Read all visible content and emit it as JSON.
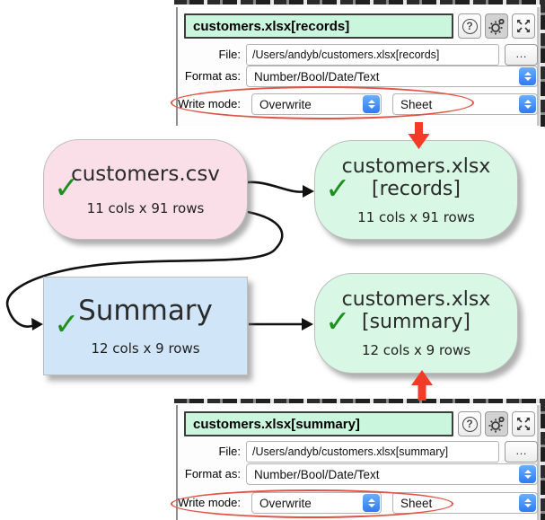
{
  "colors": {
    "title_bar_green": "#c9f6dc",
    "node_green": "#d8f8e5",
    "node_pink": "#fadfe9",
    "node_blue": "#d0e5f8",
    "check_green": "#1f8f1f",
    "stepper_blue": "#2e7af5",
    "annotation_red": "#e25245",
    "arrow_red": "#f43b28",
    "edge_black": "#111111"
  },
  "icons": {
    "check": "✓",
    "help": "?",
    "browse": "…"
  },
  "panels": {
    "records": {
      "title": "customers.xlsx[records]",
      "file_label": "File:",
      "file_value": "/Users/andyb/customers.xlsx[records]",
      "format_label": "Format as:",
      "format_value": "Number/Bool/Date/Text",
      "write_mode_label": "Write mode:",
      "write_mode_value": "Overwrite",
      "write_target_value": "Sheet"
    },
    "summary": {
      "title": "customers.xlsx[summary]",
      "file_label": "File:",
      "file_value": "/Users/andyb/customers.xlsx[summary]",
      "format_label": "Format as:",
      "format_value": "Number/Bool/Date/Text",
      "write_mode_label": "Write mode:",
      "write_mode_value": "Overwrite",
      "write_target_value": "Sheet"
    }
  },
  "graph": {
    "nodes": {
      "csv": {
        "title": "customers.csv",
        "stats": "11 cols x 91 rows"
      },
      "records": {
        "line1": "customers.xlsx",
        "line2": "[records]",
        "stats": "11 cols x 91 rows"
      },
      "summary_transform": {
        "title": "Summary",
        "stats": "12 cols x 9 rows"
      },
      "summary_output": {
        "line1": "customers.xlsx",
        "line2": "[summary]",
        "stats": "12 cols x 9 rows"
      }
    }
  }
}
